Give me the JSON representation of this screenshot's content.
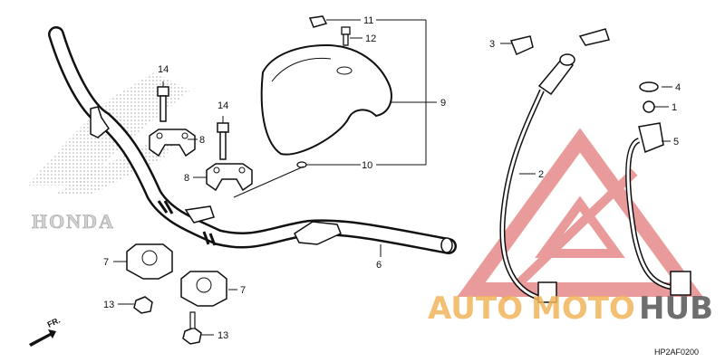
{
  "diagram": {
    "part_code": "HP2AF0200",
    "front_marker": "FR.",
    "callouts": [
      "1",
      "2",
      "3",
      "4",
      "5",
      "6",
      "7",
      "8",
      "9",
      "10",
      "11",
      "12",
      "13",
      "14"
    ]
  },
  "watermark": {
    "brand_left": "AUTO",
    "brand_mid": "MOTO",
    "brand_right": "HUB",
    "colors": {
      "primary": "#f1b55a",
      "secondary": "#555555",
      "mark": "#e27a7a"
    }
  },
  "background_logo": {
    "text": "HONDA"
  }
}
